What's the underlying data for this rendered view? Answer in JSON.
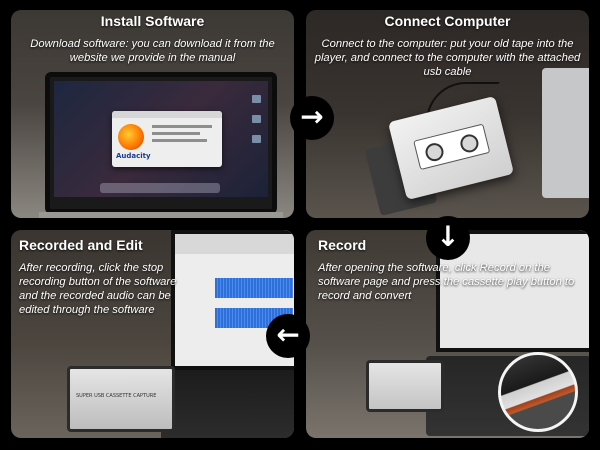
{
  "steps": [
    {
      "title": "Install Software",
      "description": "Download software: you can download it from the website we provide in the manual",
      "dialog_brand": "Audacity"
    },
    {
      "title": "Connect Computer",
      "description": "Connect to the computer: put your old tape into the player, and connect to the computer with the attached usb cable"
    },
    {
      "title": "Recorded and Edit",
      "description": "After recording, click the stop recording button of the software and the recorded audio can be edited through the software",
      "cassette_label": "SUPER USB CASSETTE CAPTURE"
    },
    {
      "title": "Record",
      "description": "After opening the software, click Record on the software page and press the cassette play button to record and convert"
    }
  ],
  "arrows": {
    "right": "→",
    "down": "↓",
    "left": "←"
  }
}
